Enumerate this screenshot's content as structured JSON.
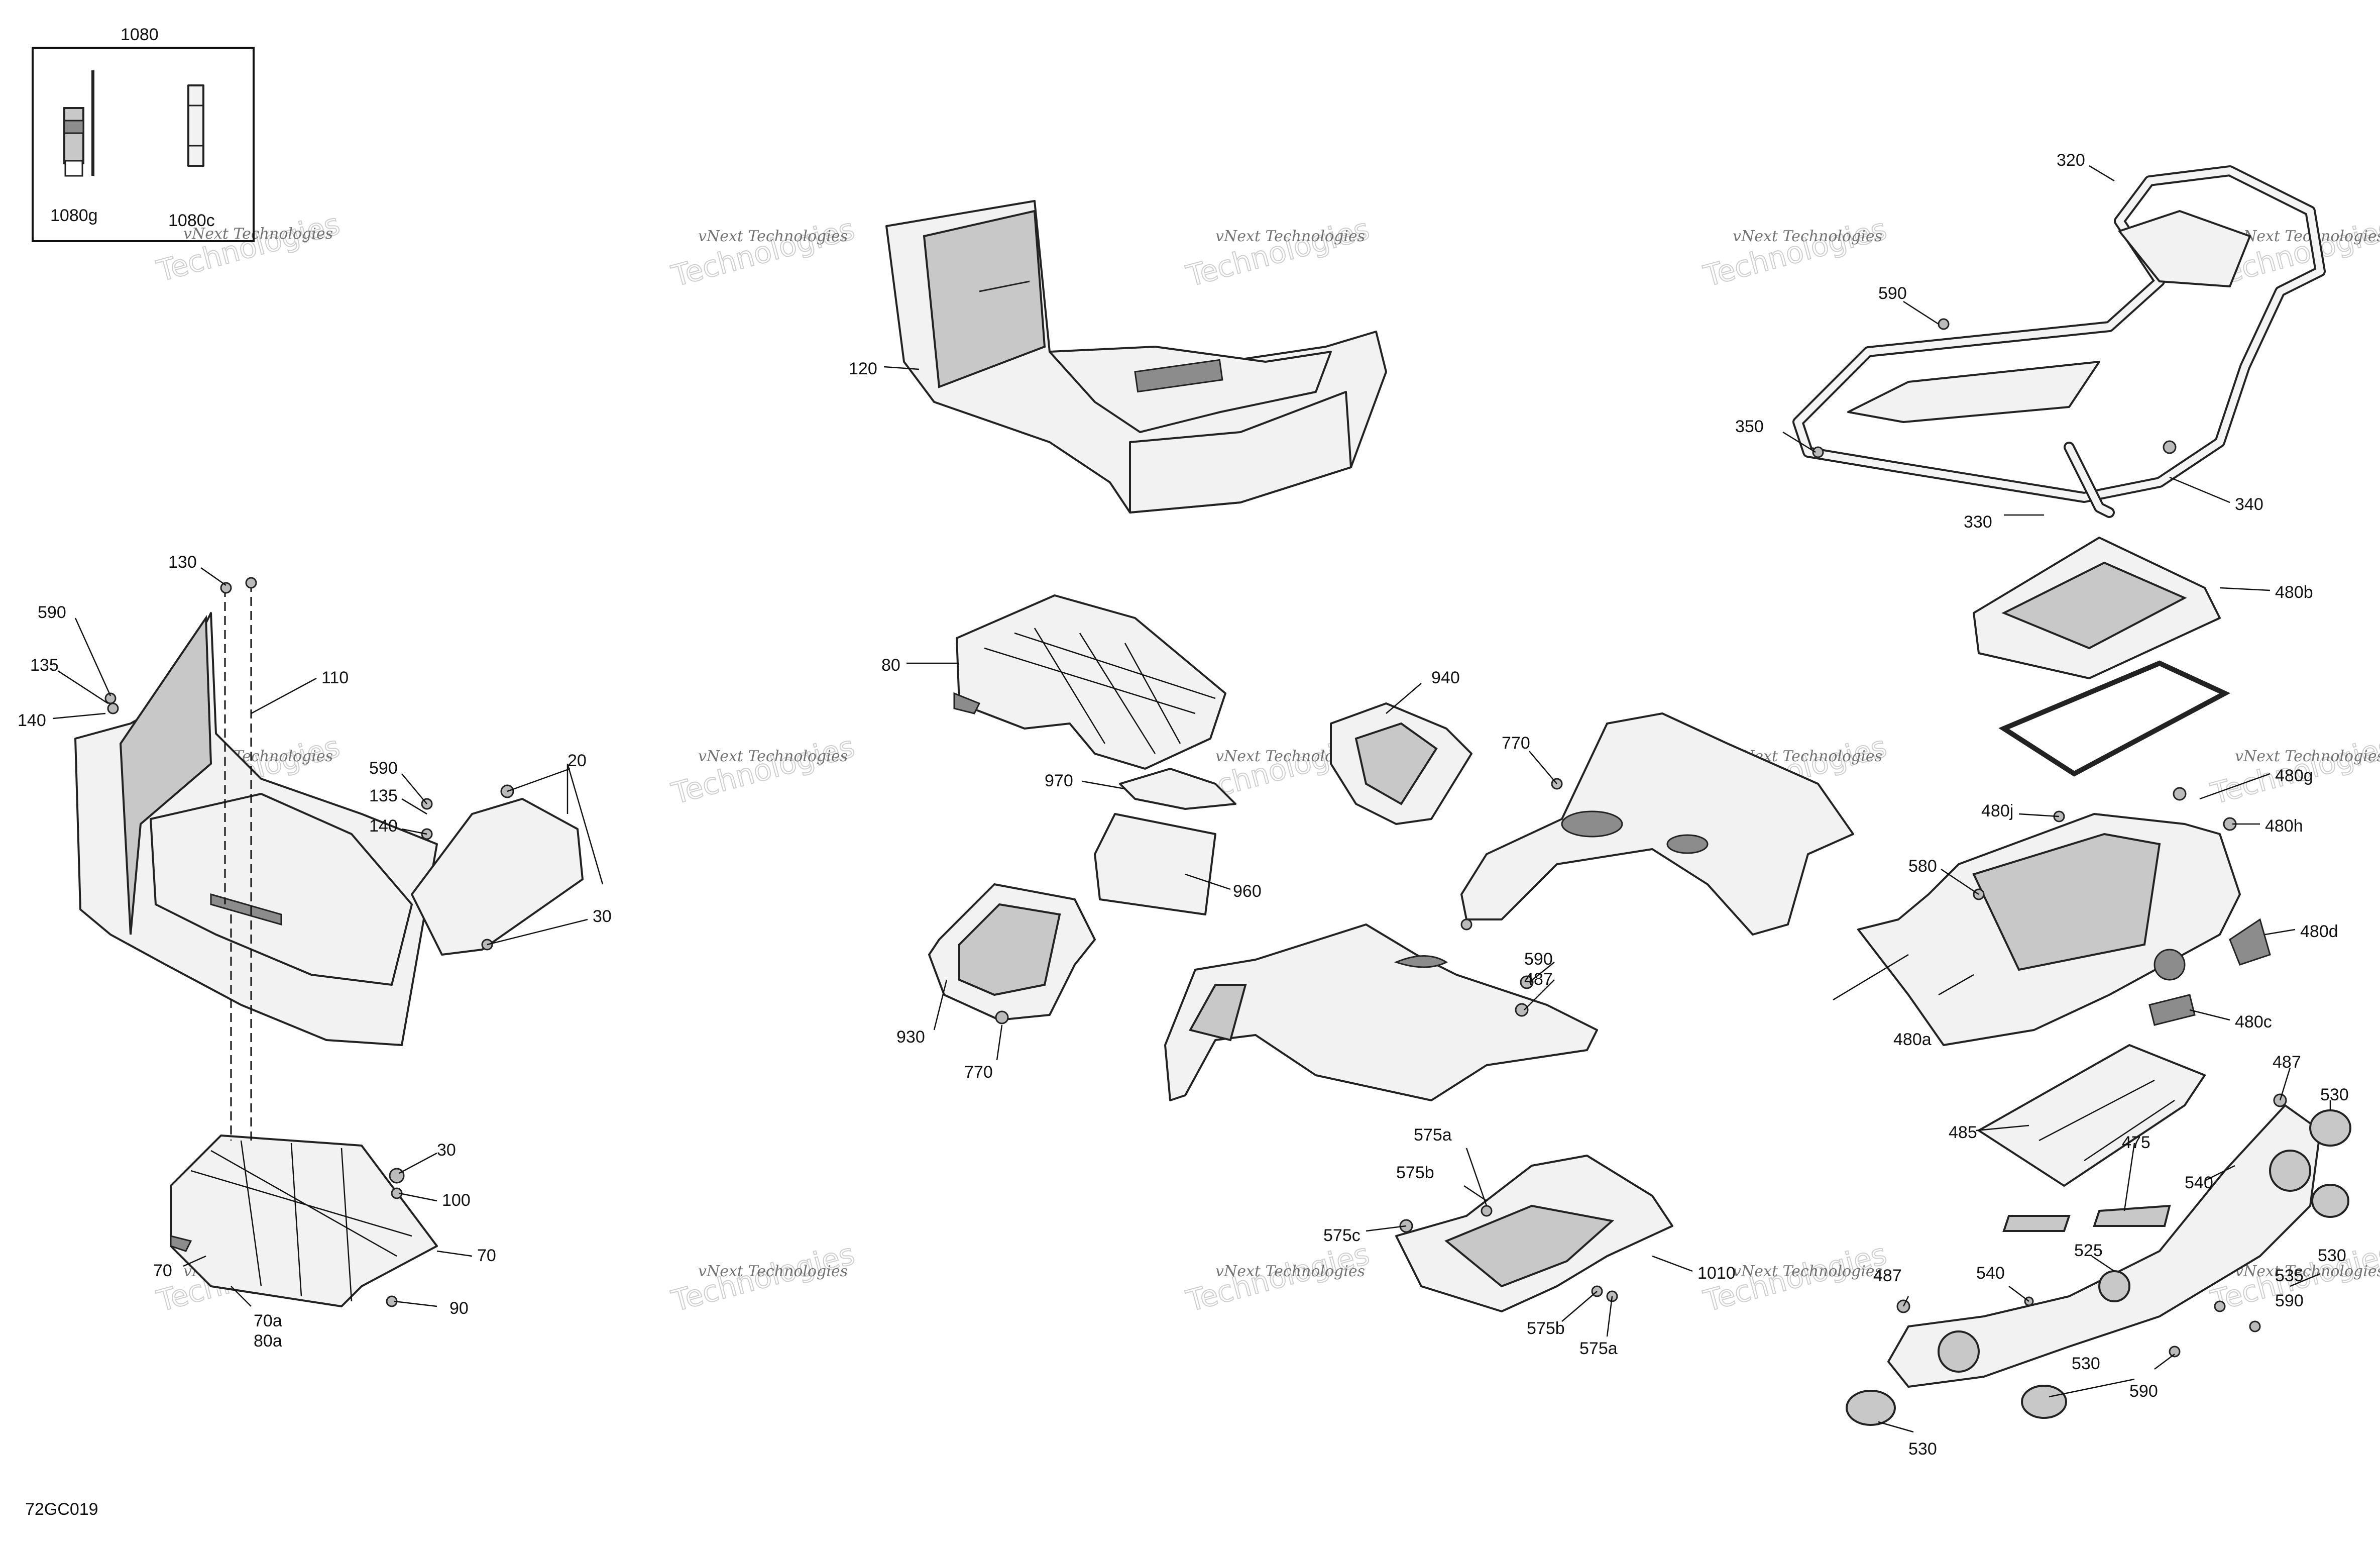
{
  "diagram_code": "72GC019",
  "watermark": {
    "line1": "vNext Technologies",
    "line2": "Technologies"
  },
  "inset": {
    "title": "1080",
    "items": [
      "1080g",
      "1080c"
    ]
  },
  "callouts": {
    "c120": "120",
    "c80": "80",
    "c940": "940",
    "c970": "970",
    "c960": "960",
    "c930": "930",
    "c770a": "770",
    "c770b": "770",
    "c590a": "590",
    "c487a": "487",
    "c320": "320",
    "c590b": "590",
    "c350": "350",
    "c330": "330",
    "c340": "340",
    "c480b": "480b",
    "c480g": "480g",
    "c480j": "480j",
    "c480h": "480h",
    "c580": "580",
    "c480d": "480d",
    "c480a": "480a",
    "c480c": "480c",
    "c485": "485",
    "c475": "475",
    "c487b": "487",
    "c530a": "530",
    "c540a": "540",
    "c530b": "530",
    "c525": "525",
    "c535": "535",
    "c590c": "590",
    "c540b": "540",
    "c487c": "487",
    "c530c": "530",
    "c590d": "590",
    "c530d": "530",
    "c575a1": "575a",
    "c575b1": "575b",
    "c575c": "575c",
    "c1010": "1010",
    "c575b2": "575b",
    "c575a2": "575a",
    "c130": "130",
    "c590e": "590",
    "c135a": "135",
    "c140a": "140",
    "c110": "110",
    "c20": "20",
    "c590f": "590",
    "c135b": "135",
    "c140b": "140",
    "c30a": "30",
    "c30b": "30",
    "c100": "100",
    "c70a": "70",
    "c70b": "70",
    "c90": "90",
    "c70a_label": "70a",
    "c80a_label": "80a"
  }
}
